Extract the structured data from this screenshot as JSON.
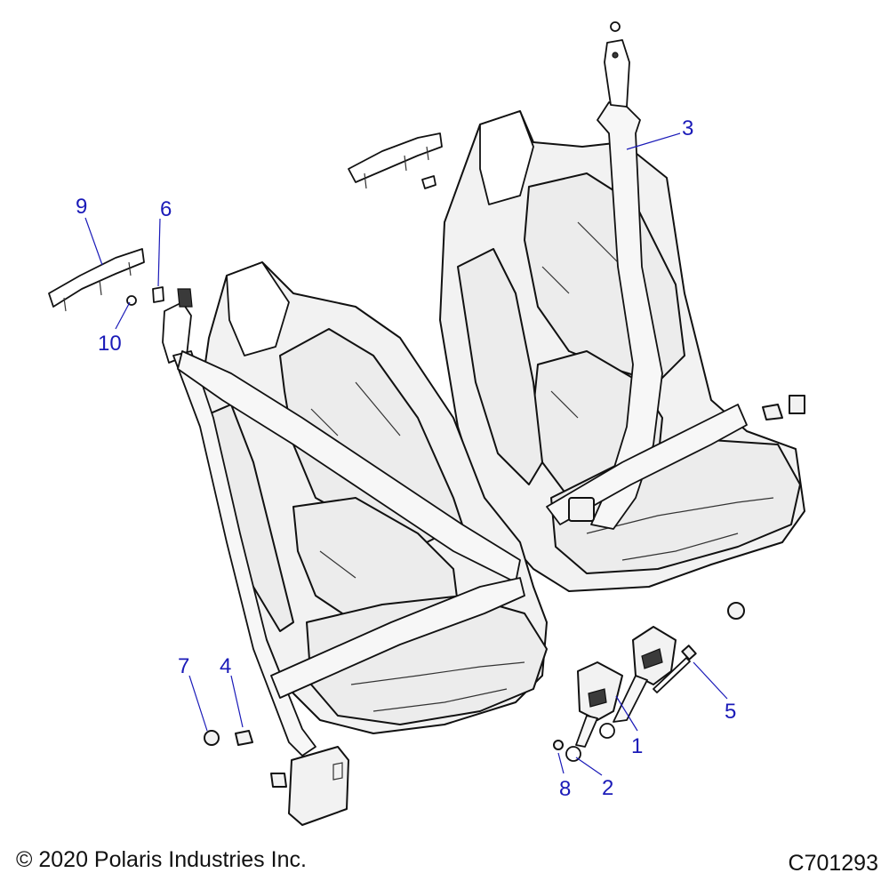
{
  "diagram": {
    "callouts": [
      {
        "id": "1",
        "label": "1"
      },
      {
        "id": "2",
        "label": "2"
      },
      {
        "id": "3",
        "label": "3"
      },
      {
        "id": "4",
        "label": "4"
      },
      {
        "id": "5",
        "label": "5"
      },
      {
        "id": "6",
        "label": "6"
      },
      {
        "id": "7",
        "label": "7"
      },
      {
        "id": "8",
        "label": "8"
      },
      {
        "id": "9",
        "label": "9"
      },
      {
        "id": "10",
        "label": "10"
      }
    ],
    "colors": {
      "callout": "#1a1ab8",
      "line": "#111111",
      "fill": "#f2f2f2"
    }
  },
  "footer": {
    "copyright": "© 2020 Polaris Industries Inc.",
    "drawing_id": "C701293"
  }
}
